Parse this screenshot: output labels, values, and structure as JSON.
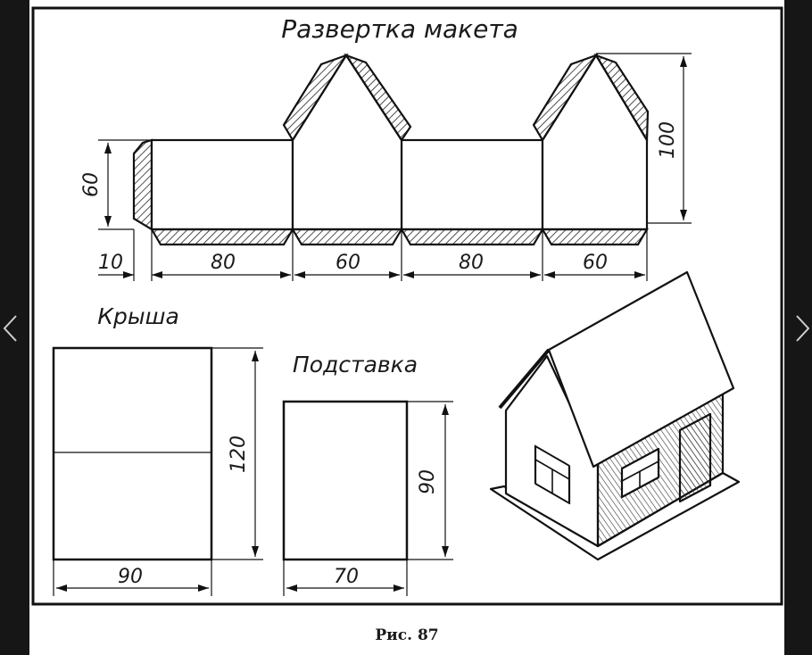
{
  "viewer": {
    "prev_icon": "chevron-left-icon",
    "next_icon": "chevron-right-icon"
  },
  "figure": {
    "title": "Развертка макета",
    "caption": "Рис. 87",
    "net": {
      "height_label": "60",
      "gable_height_label": "100",
      "widths": [
        "10",
        "80",
        "60",
        "80",
        "60"
      ]
    },
    "roof": {
      "title": "Крыша",
      "width_label": "90",
      "height_label": "120"
    },
    "base": {
      "title": "Подставка",
      "width_label": "70",
      "height_label": "90"
    },
    "house_view": "isometric-house"
  }
}
